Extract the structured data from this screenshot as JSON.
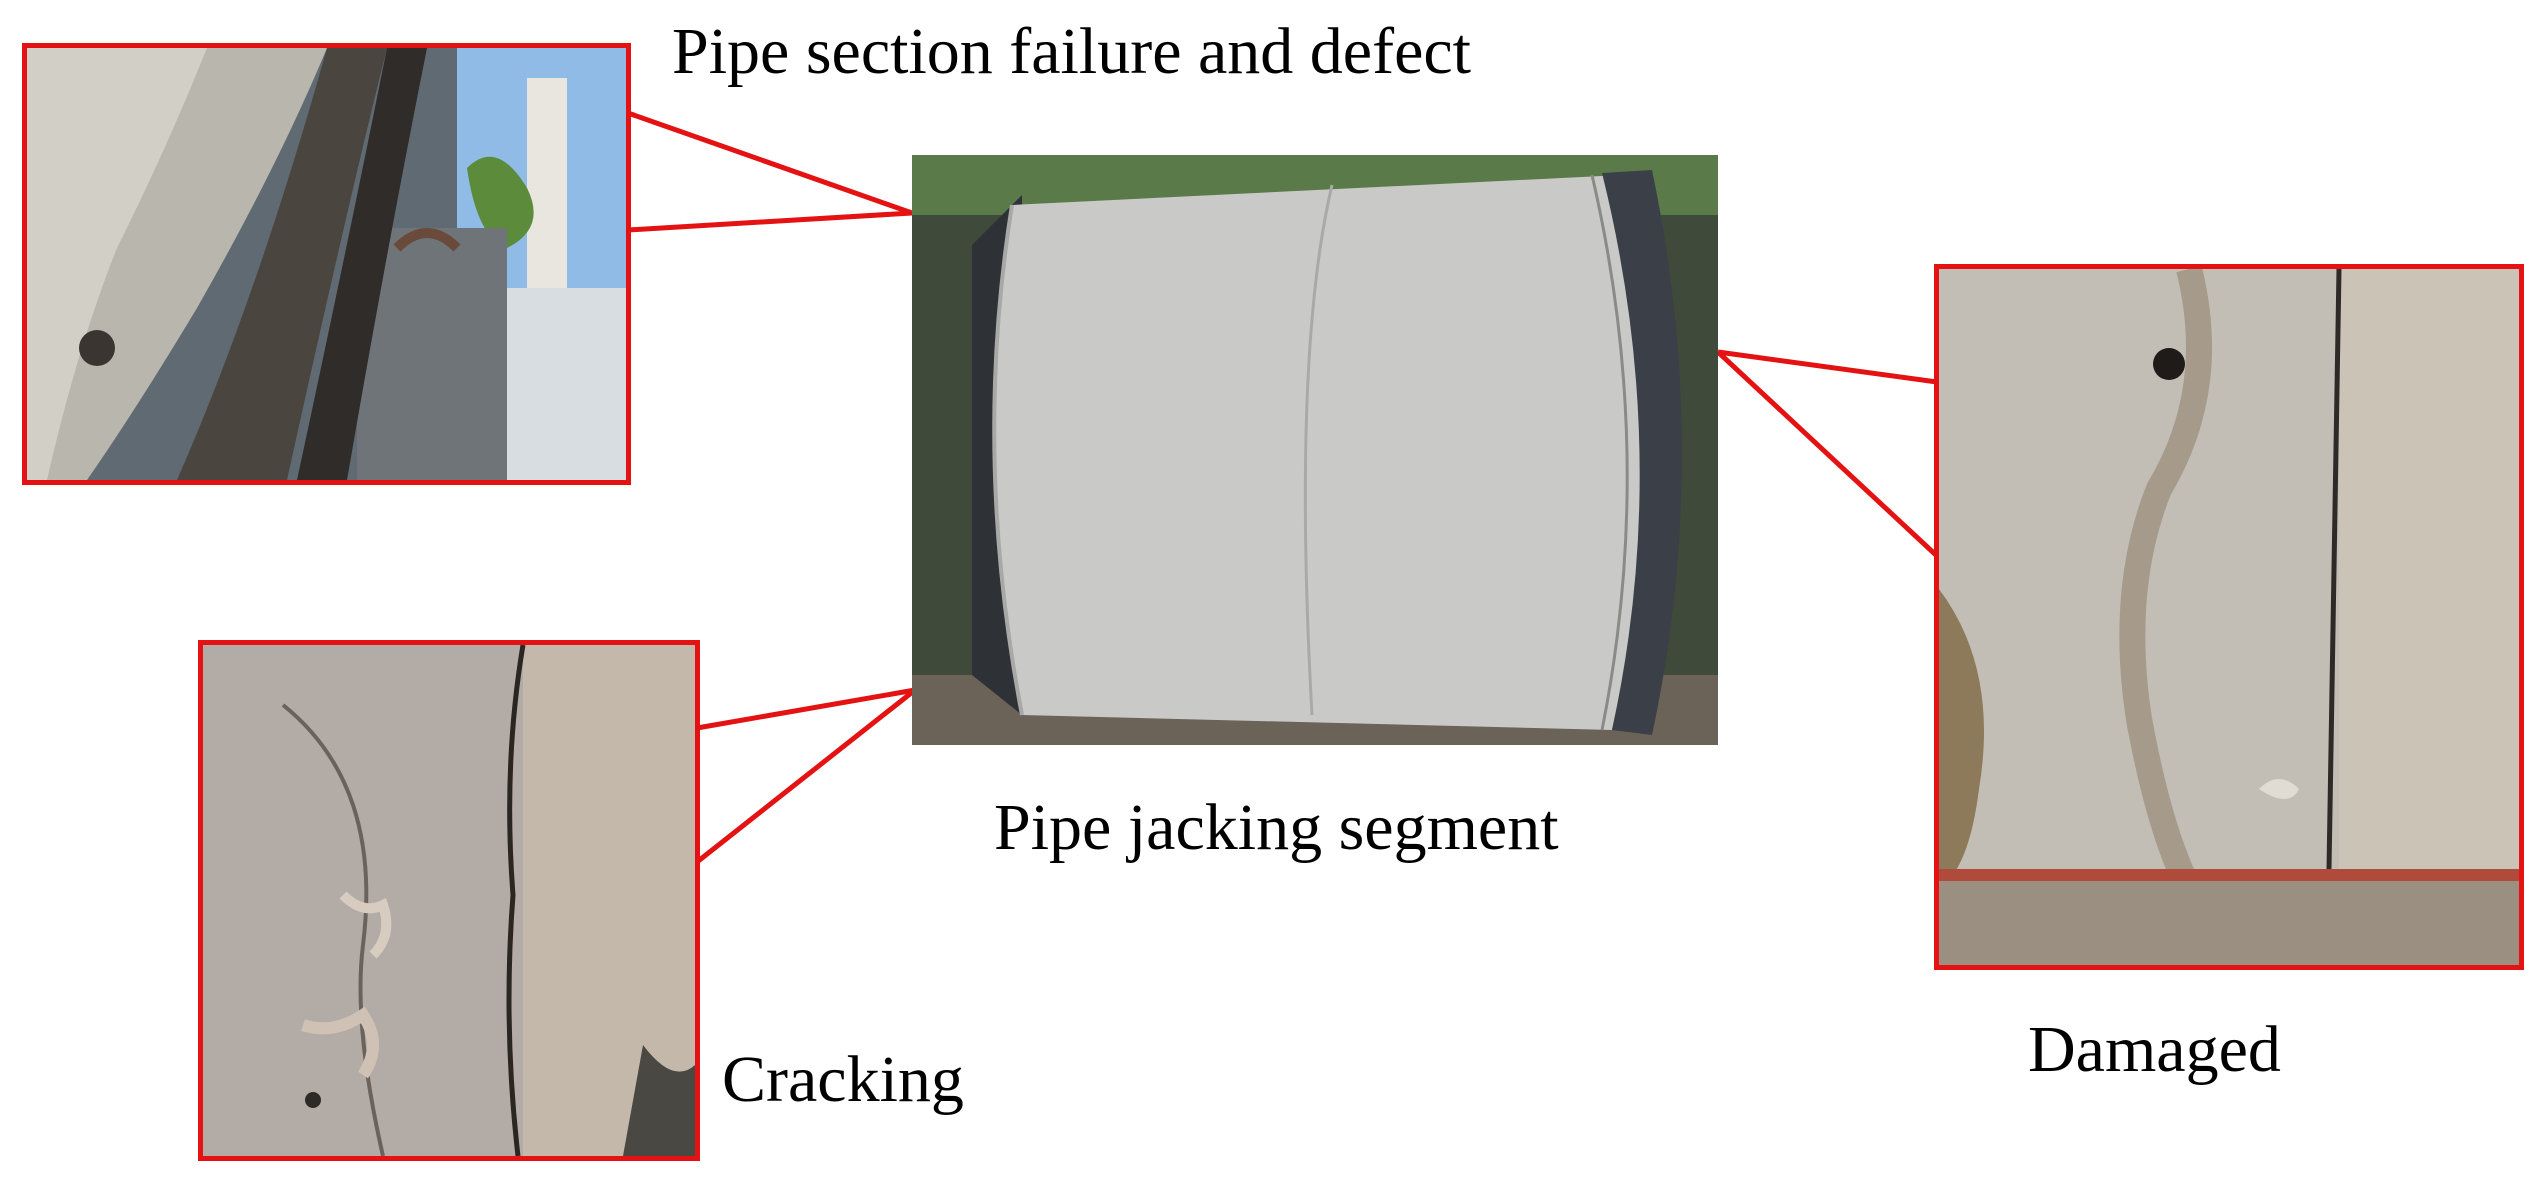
{
  "labels": {
    "title": "Pipe section  failure and defect",
    "segment": "Pipe jacking segment",
    "cracking": "Cracking",
    "damaged": "Damaged"
  },
  "colors": {
    "frame": "#e41212",
    "concrete": "#c8c8c6",
    "sky": "#7aaee0"
  }
}
